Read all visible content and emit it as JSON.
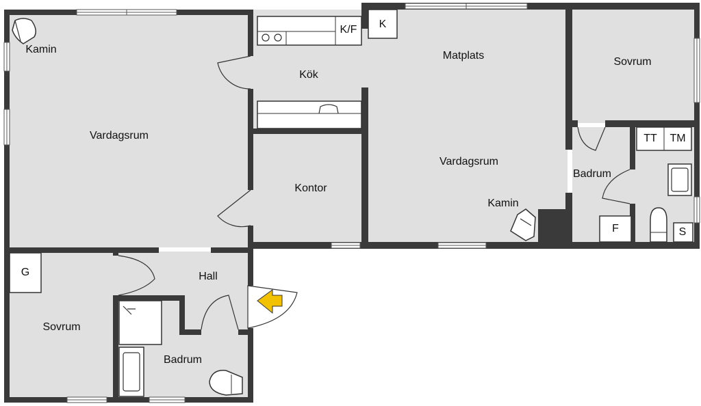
{
  "floorplan": {
    "rooms": {
      "living_left": "Vardagsrum",
      "fireplace_left": "Kamin",
      "kitchen": "Kök",
      "fridge_freezer": "K/F",
      "freezer": "K",
      "dining": "Matplats",
      "bedroom_right": "Sovrum",
      "living_right": "Vardagsrum",
      "fireplace_right": "Kamin",
      "office": "Kontor",
      "bath_right": "Badrum",
      "dryer": "TT",
      "washer": "TM",
      "fixture_f": "F",
      "fixture_s": "S",
      "hall": "Hall",
      "fixture_g": "G",
      "bedroom_left": "Sovrum",
      "bath_left": "Badrum"
    },
    "colors": {
      "wall": "#3a3a3a",
      "floor": "#e0e0e0",
      "entrance_arrow": "#f2c200"
    }
  }
}
